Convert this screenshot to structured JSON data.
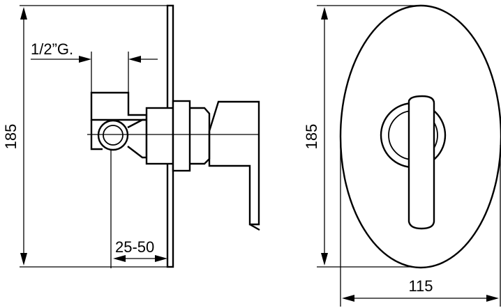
{
  "side_view": {
    "height_label": "185",
    "thread_label": "1/2”G.",
    "depth_label": "25-50"
  },
  "front_view": {
    "height_label": "185",
    "width_label": "115"
  }
}
